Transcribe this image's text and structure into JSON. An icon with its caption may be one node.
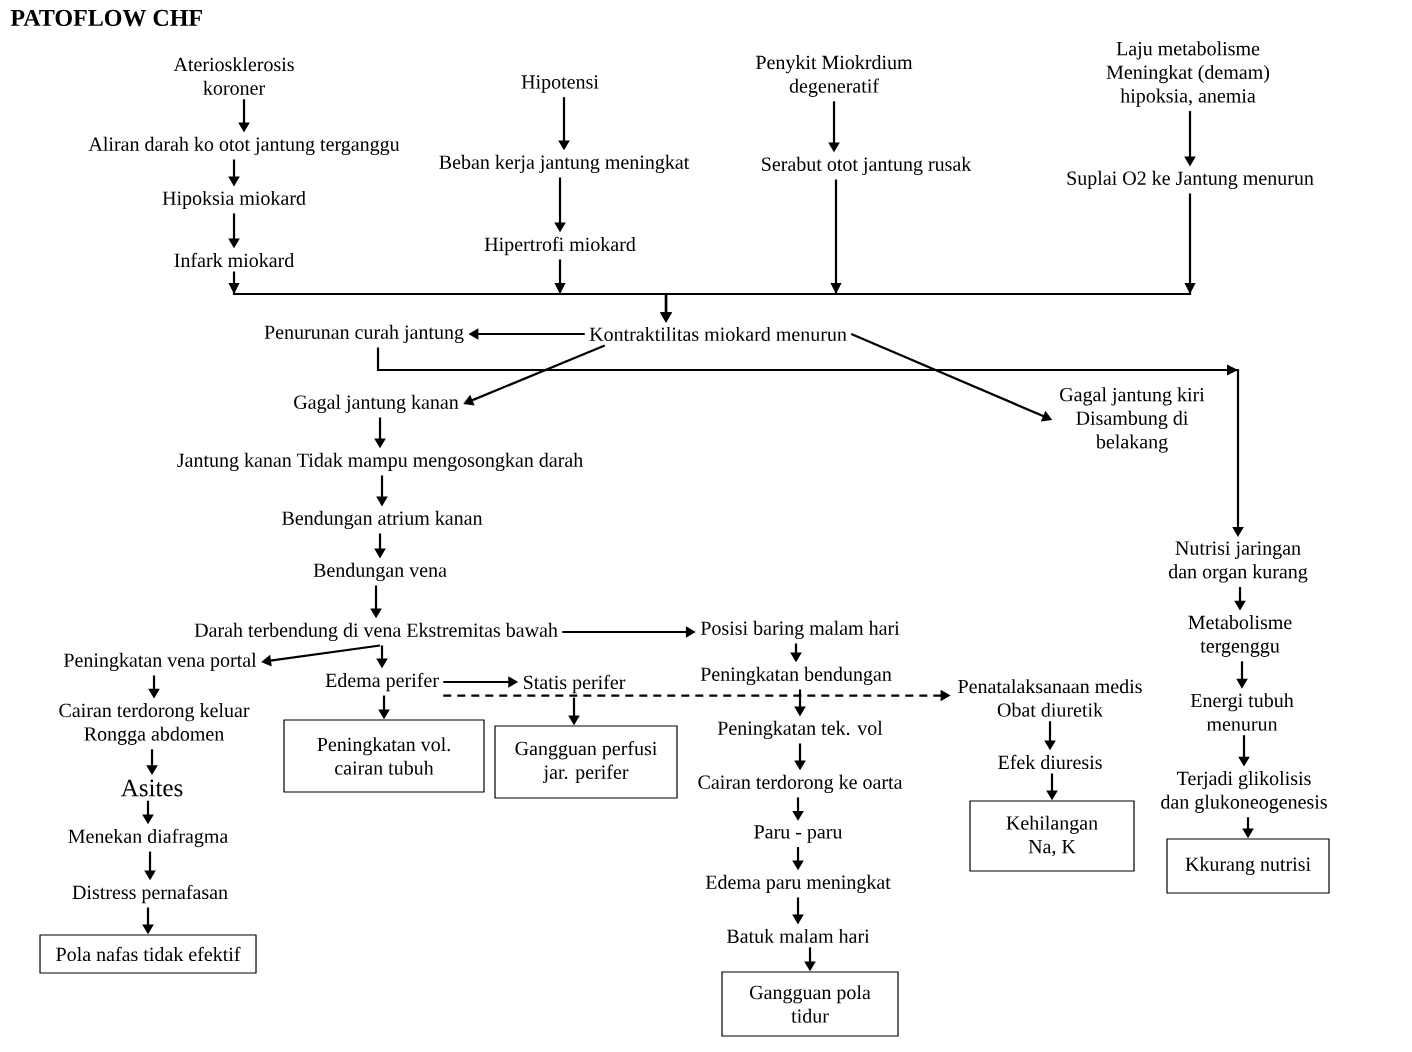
{
  "diagram": {
    "title": "PATOFLOW CHF",
    "nodes": [
      {
        "text": [
          "Ateriosklerosis koroner"
        ]
      },
      {
        "text": [
          "Aliran darah ko otot jantung terganggu"
        ]
      },
      {
        "text": [
          "Hipoksia miokard"
        ]
      },
      {
        "text": [
          "Infark miokard"
        ]
      },
      {
        "text": [
          "Hipotensi"
        ]
      },
      {
        "text": [
          "Beban kerja jantung meningkat"
        ]
      },
      {
        "text": [
          "Hipertrofi miokard"
        ]
      },
      {
        "text": [
          "Penykit Miokrdium degeneratif"
        ]
      },
      {
        "text": [
          "Serabut otot jantung rusak"
        ]
      },
      {
        "text": [
          "Laju metabolisme Meningkat (demam) hipoksia, anemia"
        ]
      },
      {
        "text": [
          "Suplai O2 ke Jantung menurun"
        ]
      },
      {
        "text": [
          "Penurunan curah jantung"
        ]
      },
      {
        "text": [
          "Kontraktilitas miokard menurun"
        ]
      },
      {
        "text": [
          "Gagal jantung kanan"
        ]
      },
      {
        "text": [
          "Gagal jantung kiri Disambung di belakang"
        ]
      },
      {
        "text": [
          "Jantung kanan Tidak mampu mengosongkan darah"
        ]
      },
      {
        "text": [
          "Bendungan atrium kanan"
        ]
      },
      {
        "text": [
          "Bendungan vena"
        ]
      },
      {
        "text": [
          "Darah terbendung di vena Ekstremitas bawah"
        ]
      },
      {
        "text": [
          "Posisi baring malam hari"
        ]
      },
      {
        "text": [
          "Peningkatan vena portal"
        ]
      },
      {
        "text": [
          "Edema perifer"
        ]
      },
      {
        "text": [
          "Statis perifer"
        ]
      },
      {
        "text": [
          "Peningkatan bendungan"
        ]
      },
      {
        "text": [
          "Penatalaksanaan medis Obat diuretik"
        ]
      },
      {
        "text": [
          "Cairan terdorong keluar Rongga abdomen"
        ]
      },
      {
        "text": [
          "Peningkatan vol. cairan tubuh"
        ]
      },
      {
        "text": [
          "Gangguan perfusi jar. perifer"
        ]
      },
      {
        "text": [
          "Peningkatan tek. vol"
        ]
      },
      {
        "text": [
          "Efek diuresis"
        ]
      },
      {
        "text": [
          "Asites"
        ]
      },
      {
        "text": [
          "Cairan terdorong ke oarta"
        ]
      },
      {
        "text": [
          "Kehilangan Na, K"
        ]
      },
      {
        "text": [
          "Menekan diafragma"
        ]
      },
      {
        "text": [
          "Paru - paru"
        ]
      },
      {
        "text": [
          "Distress pernafasan"
        ]
      },
      {
        "text": [
          "Edema paru meningkat"
        ]
      },
      {
        "text": [
          "Pola nafas tidak efektif"
        ]
      },
      {
        "text": [
          "Batuk malam hari"
        ]
      },
      {
        "text": [
          "Gangguan pola tidur"
        ]
      },
      {
        "text": [
          "Nutrisi jaringan dan organ kurang"
        ]
      },
      {
        "text": [
          "Metabolisme tergenggu"
        ]
      },
      {
        "text": [
          "Energi tubuh menurun"
        ]
      },
      {
        "text": [
          "Terjadi glikolisis dan glukoneogenesis"
        ]
      },
      {
        "text": [
          "Kkurang nutrisi"
        ]
      }
    ],
    "edges": [
      {
        "from": 0,
        "to": 1,
        "arrow": "to"
      },
      {
        "from": 1,
        "to": 2,
        "arrow": "to"
      },
      {
        "from": 2,
        "to": 3,
        "arrow": "to"
      },
      {
        "from": 3,
        "to": 12,
        "arrow": "to"
      },
      {
        "from": 4,
        "to": 5,
        "arrow": "to"
      },
      {
        "from": 5,
        "to": 6,
        "arrow": "to"
      },
      {
        "from": 6,
        "to": 12,
        "arrow": "to"
      },
      {
        "from": 7,
        "to": 8,
        "arrow": "to"
      },
      {
        "from": 8,
        "to": 12,
        "arrow": "to"
      },
      {
        "from": 9,
        "to": 10,
        "arrow": "to"
      },
      {
        "from": 10,
        "to": 12,
        "arrow": "to"
      },
      {
        "from": 12,
        "to": 11,
        "arrow": "to"
      },
      {
        "from": 12,
        "to": 13,
        "arrow": "to"
      },
      {
        "from": 12,
        "to": 14,
        "arrow": "to"
      },
      {
        "from": 11,
        "to": 40,
        "arrow": "to"
      },
      {
        "from": 13,
        "to": 15,
        "arrow": "to"
      },
      {
        "from": 15,
        "to": 16,
        "arrow": "to"
      },
      {
        "from": 16,
        "to": 17,
        "arrow": "to"
      },
      {
        "from": 17,
        "to": 18,
        "arrow": "to"
      },
      {
        "from": 18,
        "to": 19,
        "arrow": "to"
      },
      {
        "from": 18,
        "to": 20,
        "arrow": "to"
      },
      {
        "from": 18,
        "to": 21,
        "arrow": "to"
      },
      {
        "from": 21,
        "to": 22,
        "arrow": "to"
      },
      {
        "from": 21,
        "to": 26,
        "arrow": "to"
      },
      {
        "from": 22,
        "to": 27,
        "arrow": "to"
      },
      {
        "from": 21,
        "to": 24,
        "arrow": "to",
        "style": "dashed"
      },
      {
        "from": 19,
        "to": 23,
        "arrow": "to"
      },
      {
        "from": 23,
        "to": 28,
        "arrow": "to"
      },
      {
        "from": 24,
        "to": 29,
        "arrow": "to"
      },
      {
        "from": 29,
        "to": 32,
        "arrow": "to"
      },
      {
        "from": 20,
        "to": 25,
        "arrow": "to"
      },
      {
        "from": 25,
        "to": 30,
        "arrow": "to"
      },
      {
        "from": 30,
        "to": 33,
        "arrow": "to"
      },
      {
        "from": 33,
        "to": 35,
        "arrow": "to"
      },
      {
        "from": 35,
        "to": 37,
        "arrow": "to"
      },
      {
        "from": 28,
        "to": 31,
        "arrow": "to"
      },
      {
        "from": 31,
        "to": 34,
        "arrow": "to"
      },
      {
        "from": 34,
        "to": 36,
        "arrow": "to"
      },
      {
        "from": 36,
        "to": 38,
        "arrow": "to"
      },
      {
        "from": 38,
        "to": 39,
        "arrow": "to"
      },
      {
        "from": 40,
        "to": 41,
        "arrow": "to"
      },
      {
        "from": 41,
        "to": 42,
        "arrow": "to"
      },
      {
        "from": 42,
        "to": 43,
        "arrow": "to"
      },
      {
        "from": 43,
        "to": 44,
        "arrow": "to"
      }
    ]
  }
}
